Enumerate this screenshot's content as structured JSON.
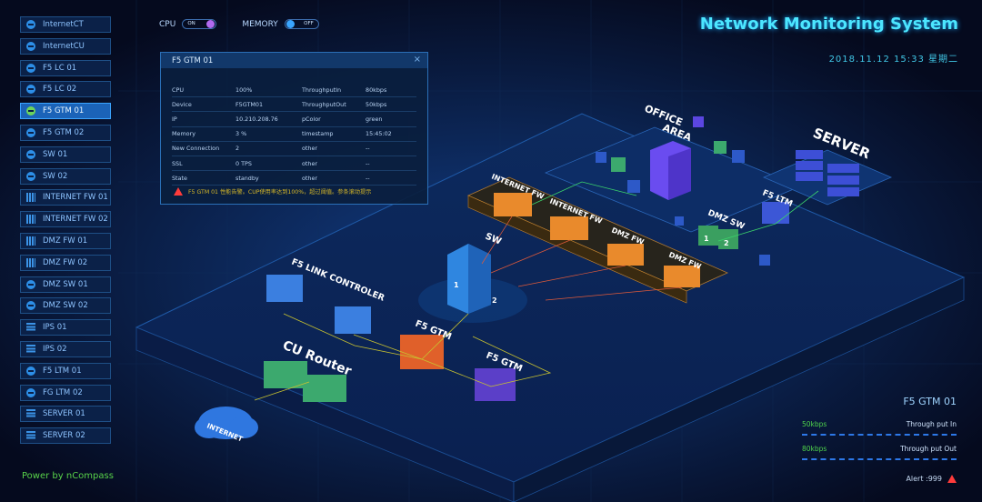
{
  "sidebar": {
    "items": [
      {
        "label": "InternetCT",
        "icon": "globe-icon"
      },
      {
        "label": "InternetCU",
        "icon": "globe-icon"
      },
      {
        "label": "F5 LC 01",
        "icon": "globe-icon"
      },
      {
        "label": "F5 LC 02",
        "icon": "globe-icon"
      },
      {
        "label": "F5 GTM 01",
        "icon": "globe-icon",
        "active": true
      },
      {
        "label": "F5 GTM 02",
        "icon": "globe-icon"
      },
      {
        "label": "SW 01",
        "icon": "globe-icon"
      },
      {
        "label": "SW 02",
        "icon": "globe-icon"
      },
      {
        "label": "INTERNET FW 01",
        "icon": "firewall-icon"
      },
      {
        "label": "INTERNET FW 02",
        "icon": "firewall-icon"
      },
      {
        "label": "DMZ FW 01",
        "icon": "firewall-icon"
      },
      {
        "label": "DMZ FW 02",
        "icon": "firewall-icon"
      },
      {
        "label": "DMZ SW 01",
        "icon": "globe-icon"
      },
      {
        "label": "DMZ SW 02",
        "icon": "globe-icon"
      },
      {
        "label": "IPS 01",
        "icon": "server-rack-icon"
      },
      {
        "label": "IPS 02",
        "icon": "server-rack-icon"
      },
      {
        "label": "F5 LTM 01",
        "icon": "globe-icon"
      },
      {
        "label": "FG LTM 02",
        "icon": "globe-icon"
      },
      {
        "label": "SERVER 01",
        "icon": "server-rack-icon"
      },
      {
        "label": "SERVER 02",
        "icon": "server-rack-icon"
      }
    ],
    "power_text": "Power by nCompass"
  },
  "toggles": {
    "cpu_label": "CPU",
    "cpu_state": "ON",
    "memory_label": "MEMORY",
    "memory_state": "OFF"
  },
  "header": {
    "title": "Network Monitoring System",
    "datetime": "2018.11.12  15:33  星期二"
  },
  "popup": {
    "title": "F5 GTM 01",
    "rows": [
      [
        "CPU",
        "100%",
        "ThroughputIn",
        "80kbps"
      ],
      [
        "Device",
        "F5GTM01",
        "ThroughputOut",
        "50kbps"
      ],
      [
        "IP",
        "10.210.208.76",
        "pColor",
        "green"
      ],
      [
        "Memory",
        "3 %",
        "timestamp",
        "15:45:02"
      ],
      [
        "New Connection",
        "2",
        "other",
        "--"
      ],
      [
        "SSL",
        "0 TPS",
        "other",
        "--"
      ],
      [
        "State",
        "standby",
        "other",
        "--"
      ]
    ],
    "alert": "F5 GTM 01 性能告警。CUP使用率达到100%，超过阈值。参条滚动提示"
  },
  "scene": {
    "labels": {
      "internet": "INTERNET",
      "cu_router": "CU Router",
      "f5_link": "F5 LINK CONTROLER",
      "f5_gtm_a": "F5 GTM",
      "f5_gtm_b": "F5 GTM",
      "sw": "SW",
      "internet_fw_a": "INTERNET FW",
      "internet_fw_b": "INTERNET FW",
      "dmz_fw_a": "DMZ FW",
      "dmz_fw_b": "DMZ FW",
      "dmz_sw": "DMZ SW",
      "f5_ltm": "F5 LTM",
      "office": "OFFICE",
      "area": "AREA",
      "server": "SERVER",
      "sw_1": "1",
      "sw_2": "2",
      "dmz_1": "1",
      "dmz_2": "2"
    }
  },
  "monitor": {
    "title": "F5 GTM 01",
    "in_value": "50kbps",
    "in_label": "Through put In",
    "out_value": "80kbps",
    "out_label": "Through put Out",
    "alert": "Alert :999"
  },
  "colors": {
    "accent": "#4ce6ff",
    "active_item": "#1b63b8",
    "ok_green": "#4fd34b",
    "warn_red": "#ff3b3b",
    "firewall_orange": "#e98a2c"
  }
}
